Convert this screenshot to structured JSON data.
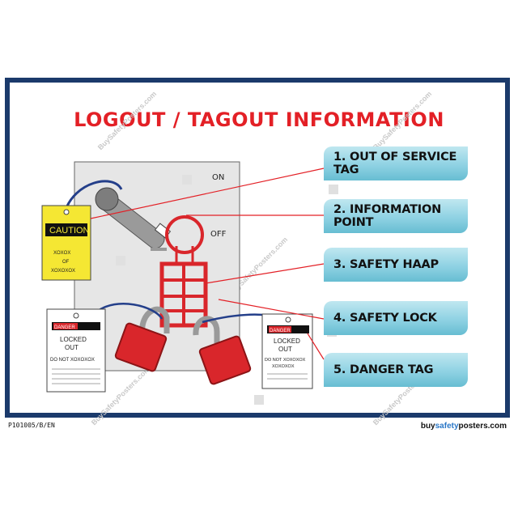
{
  "poster": {
    "title": "LOGOUT / TAGOUT INFORMATION",
    "switch": {
      "on_label": "ON",
      "off_label": "OFF"
    },
    "labels": [
      "1. OUT OF SERVICE TAG",
      "2. INFORMATION POINT",
      "3. SAFETY HAAP",
      "4. SAFETY LOCK",
      "5. DANGER TAG"
    ],
    "caution_tag": {
      "header": "CAUTION",
      "line1": "XOXOX",
      "line2": "OF",
      "line3": "XOXOXOX"
    },
    "danger_tag_left": {
      "header": "DANGER",
      "line1": "LOCKED",
      "line2": "OUT",
      "line3": "DO NOT XOXOXOX"
    },
    "danger_tag_right": {
      "header": "DANGER",
      "line1": "LOCKED",
      "line2": "OUT",
      "line3": "DO NOT XOXOXOX",
      "line4": "XOXOXOX"
    },
    "watermark": "BuySafetyPosters.com",
    "footer": {
      "code": "P101005/B/EN",
      "site_prefix": "buy",
      "site_accent": "safety",
      "site_suffix": "posters.com"
    }
  },
  "colors": {
    "title": "#e32026",
    "frame": "#1b3a6b",
    "label_box": "#8fd2e3",
    "lock_red": "#d9262b",
    "caution_yellow": "#f5e733"
  }
}
